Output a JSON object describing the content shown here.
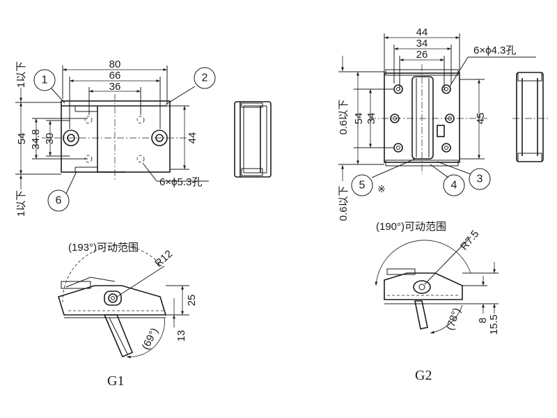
{
  "g1": {
    "label": "G1",
    "dim_80": "80",
    "dim_66": "66",
    "dim_36": "36",
    "dim_54": "54",
    "dim_348": "34.8",
    "dim_30": "30",
    "dim_44": "44",
    "dim_below_top": "1以下",
    "dim_below_bottom": "1以下",
    "holes": "6×ϕ5.3孔",
    "callout_1": "1",
    "callout_2": "2",
    "callout_6": "6",
    "range": "(193°)可动范围",
    "radius": "R12",
    "angle": "(69°)",
    "dim_25": "25",
    "dim_13": "13"
  },
  "g2": {
    "label": "G2",
    "dim_44": "44",
    "dim_34": "34",
    "dim_26": "26",
    "dim_54": "54",
    "dim_34v": "34",
    "dim_45": "45",
    "dim_below_top": "0.6以下",
    "dim_below_bottom": "0.6以下",
    "holes": "6×ϕ4.3孔",
    "callout_3": "3",
    "callout_4": "4",
    "callout_5": "5",
    "note_mark": "※",
    "range": "(190°)可动范围",
    "radius": "R7.5",
    "angle": "(78°)",
    "dim_8": "8",
    "dim_155": "15.5"
  }
}
